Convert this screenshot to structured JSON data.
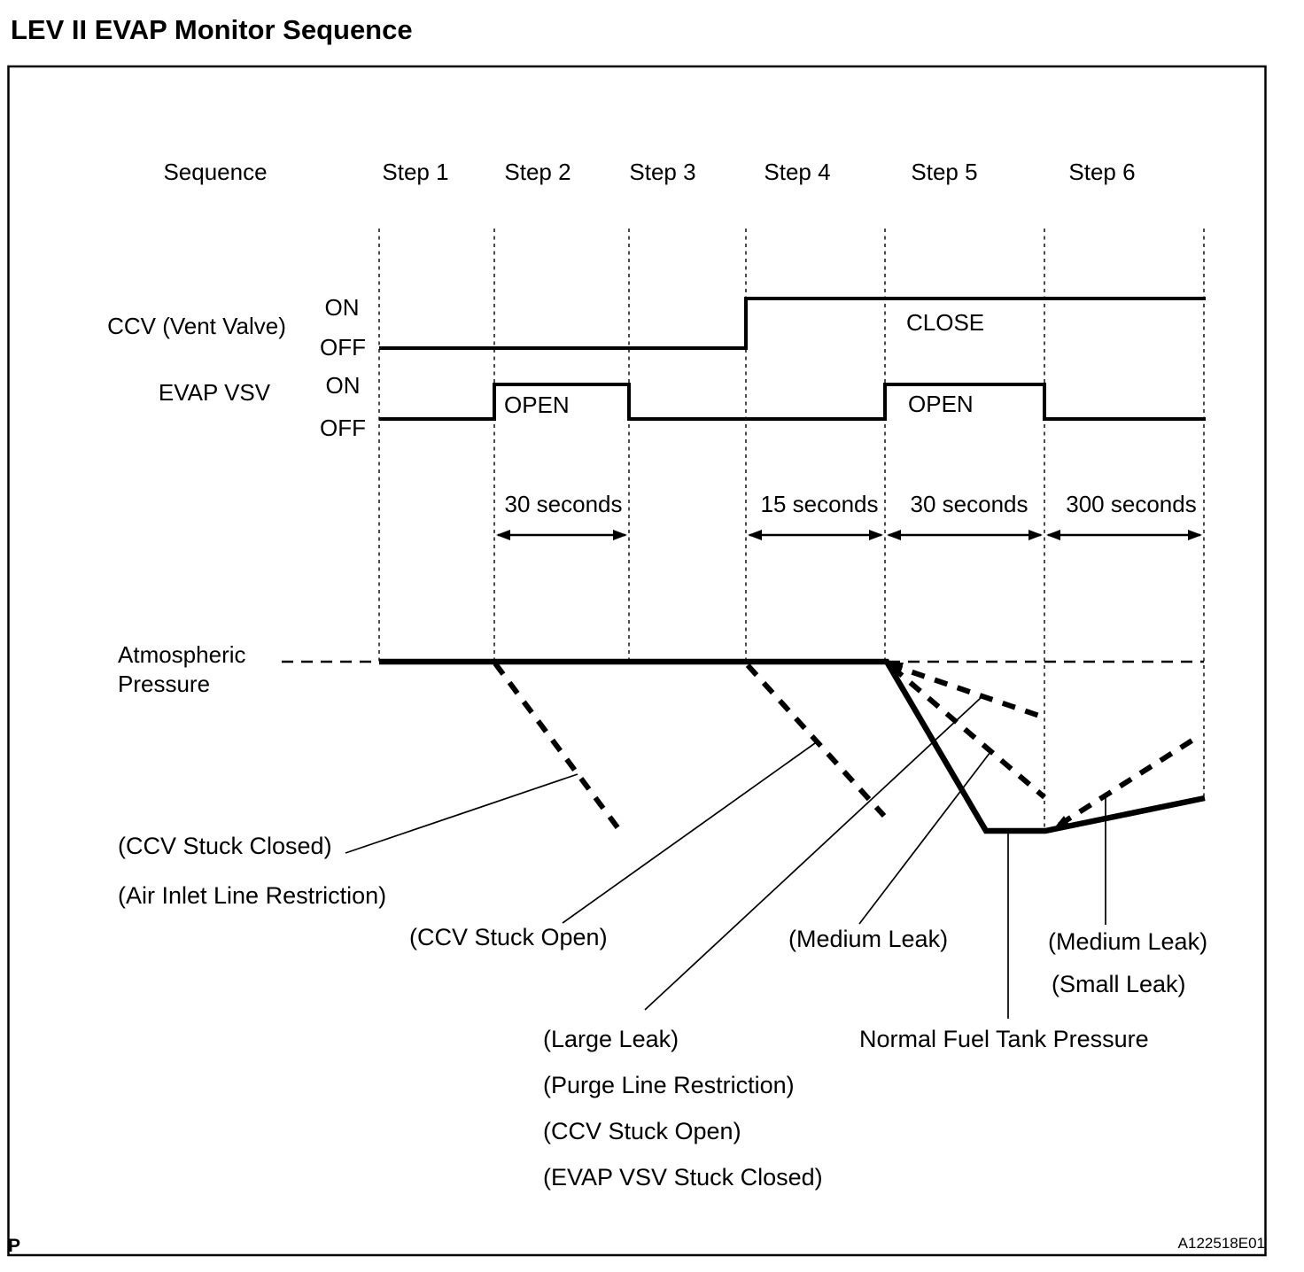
{
  "title": "LEV II EVAP Monitor Sequence",
  "header": {
    "sequence_label": "Sequence",
    "steps": [
      "Step 1",
      "Step 2",
      "Step 3",
      "Step 4",
      "Step 5",
      "Step 6"
    ]
  },
  "signals": {
    "ccv": {
      "name": "CCV (Vent Valve)",
      "on_label": "ON",
      "off_label": "OFF",
      "state_annotation": "CLOSE"
    },
    "evap_vsv": {
      "name": "EVAP VSV",
      "on_label": "ON",
      "off_label": "OFF",
      "state_annotations": [
        "OPEN",
        "OPEN"
      ]
    }
  },
  "durations": [
    "30 seconds",
    "15 seconds",
    "30 seconds",
    "300 seconds"
  ],
  "pressure_axis": {
    "label_line1": "Atmospheric",
    "label_line2": "Pressure"
  },
  "fault_annotations": {
    "ccv_stuck_closed": "(CCV Stuck Closed)",
    "air_inlet_line_restriction": "(Air Inlet Line Restriction)",
    "ccv_stuck_open_left": "(CCV Stuck Open)",
    "medium_leak_center": "(Medium Leak)",
    "large_leak": "(Large Leak)",
    "purge_line_restriction": "(Purge Line Restriction)",
    "ccv_stuck_open_bottom": "(CCV Stuck Open)",
    "evap_vsv_stuck_closed": "(EVAP VSV Stuck Closed)",
    "normal_fuel_tank_pressure": "Normal Fuel Tank Pressure",
    "medium_leak_right": "(Medium Leak)",
    "small_leak_right": "(Small Leak)"
  },
  "footer": {
    "page_marker": "P",
    "figure_id": "A122518E01"
  },
  "colors": {
    "ink": "#000000",
    "background": "#ffffff"
  }
}
